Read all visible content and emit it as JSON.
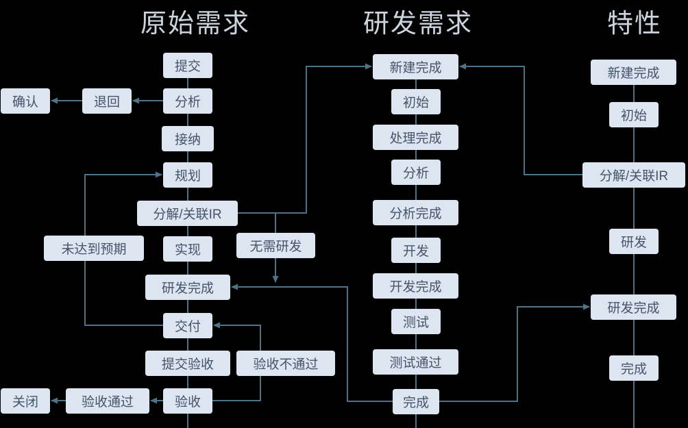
{
  "colors": {
    "bg": "#000000",
    "box-bg": "#dde6f0",
    "box-text": "#44546a",
    "line": "#4e7287",
    "title": "#ccd5df"
  },
  "titles": {
    "col1": "原始需求",
    "col2": "研发需求",
    "col3": "特性"
  },
  "col1": {
    "submit": "提交",
    "analyze": "分析",
    "accept": "接纳",
    "plan": "规划",
    "decompose": "分解/关联IR",
    "implement": "实现",
    "dev_done": "研发完成",
    "deliver": "交付",
    "submit_check": "提交验收",
    "check": "验收"
  },
  "col1_branch": {
    "confirm": "确认",
    "sendback": "退回",
    "below_expect": "未达到预期",
    "no_dev": "无需研发",
    "check_fail": "验收不通过",
    "check_pass": "验收通过",
    "close": "关闭"
  },
  "col2": {
    "created": "新建完成",
    "initial": "初始",
    "handle_done": "处理完成",
    "analyze": "分析",
    "analyze_done": "分析完成",
    "develop": "开发",
    "develop_done": "开发完成",
    "test": "测试",
    "test_pass": "测试通过",
    "done": "完成"
  },
  "col3": {
    "created": "新建完成",
    "initial": "初始",
    "decompose": "分解/关联IR",
    "develop": "研发",
    "dev_done": "研发完成",
    "done": "完成"
  },
  "edges": [
    {
      "from": "分析",
      "to": "退回"
    },
    {
      "from": "退回",
      "to": "确认"
    },
    {
      "from": "分解/关联IR(原始需求)",
      "to": "新建完成(研发需求)"
    },
    {
      "from": "分解/关联IR(原始需求)",
      "via": "无需研发",
      "to": "研发完成(原始需求)"
    },
    {
      "from": "完成(研发需求)",
      "to": "研发完成(原始需求)"
    },
    {
      "from": "交付",
      "via": "未达到预期",
      "to": "规划"
    },
    {
      "from": "验收",
      "via": "验收不通过",
      "to": "交付"
    },
    {
      "from": "验收",
      "to": "验收通过"
    },
    {
      "from": "验收通过",
      "to": "关闭"
    },
    {
      "from": "分解/关联IR(特性)",
      "to": "新建完成(研发需求)"
    },
    {
      "from": "完成(研发需求)",
      "to": "研发完成(特性)"
    }
  ]
}
